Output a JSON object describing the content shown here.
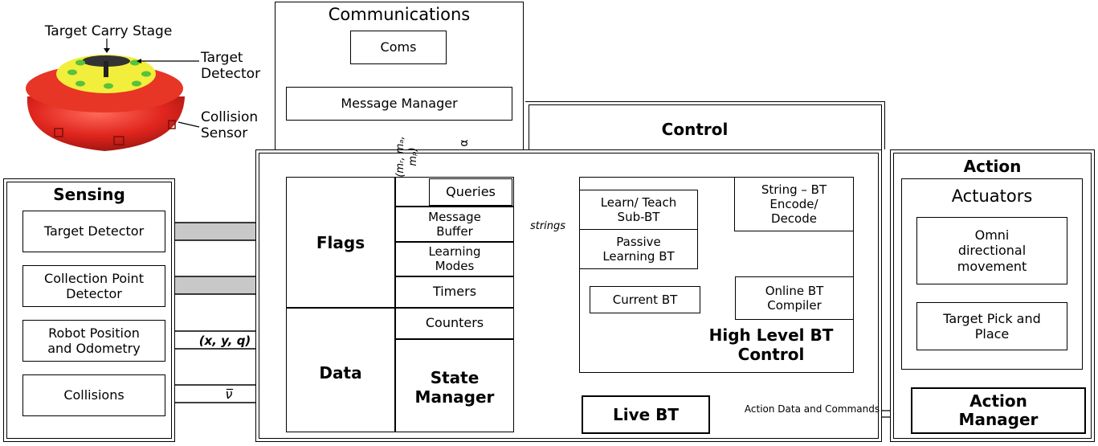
{
  "robot": {
    "target_carry_stage": "Target Carry Stage",
    "target_detector": "Target\nDetector",
    "collision_sensor": "Collision\nSensor"
  },
  "communications": {
    "title": "Communications",
    "coms": "Coms",
    "message_manager": "Message Manager"
  },
  "sensing": {
    "title": "Sensing",
    "items": [
      "Target Detector",
      "Collection Point\nDetector",
      "Robot Position\nand Odometry",
      "Collisions"
    ],
    "position_label": "(x, y, q)",
    "velocity_label": "ν̅"
  },
  "control": {
    "title": "Control",
    "flags": "Flags",
    "data": "Data",
    "queries": "Queries",
    "message_buffer": "Message\nBuffer",
    "learning_modes": "Learning\nModes",
    "timers": "Timers",
    "counters": "Counters",
    "state_manager": "State\nManager",
    "message_tuple": "(mᵣ, mₐ, mₚ)",
    "q_label": "α",
    "strings_label": "strings",
    "learn_teach": "Learn/ Teach\nSub-BT",
    "passive_learning": "Passive\nLearning BT",
    "string_bt": "String – BT\nEncode/\nDecode",
    "current_bt": "Current BT",
    "online_compiler": "Online BT\nCompiler",
    "high_level": "High Level BT\nControl",
    "live_bt": "Live BT",
    "action_data_label": "Action Data and Commands"
  },
  "action": {
    "title": "Action",
    "actuators": "Actuators",
    "omni": "Omni\ndirectional\nmovement",
    "pick_place": "Target Pick and\nPlace",
    "action_manager": "Action\nManager"
  },
  "colors": {
    "arrow_fill": "#c8c8c8",
    "robot_red": "#e0261e",
    "robot_yellow": "#f2ee3c",
    "robot_green": "#58c23c"
  }
}
